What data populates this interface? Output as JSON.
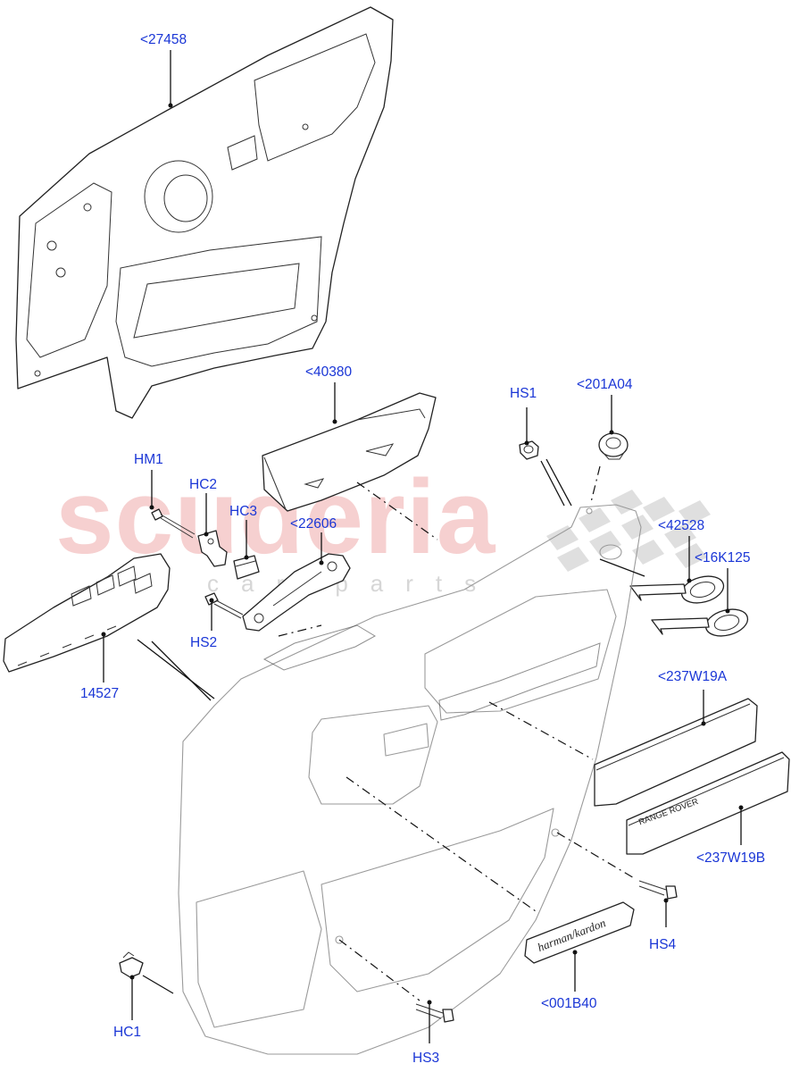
{
  "watermark": {
    "main": "scuderia",
    "sub": "car parts"
  },
  "labels": {
    "l27458": "<27458",
    "l40380": "<40380",
    "hs1": "HS1",
    "l201a04": "<201A04",
    "hm1": "HM1",
    "hc2": "HC2",
    "hc3": "HC3",
    "l22606": "<22606",
    "l42528": "<42528",
    "l16k125": "<16K125",
    "hs2": "HS2",
    "l14527": "14527",
    "l237w19a": "<237W19A",
    "l237w19b": "<237W19B",
    "hs4": "HS4",
    "l001b40": "<001B40",
    "hc1": "HC1",
    "hs3": "HS3"
  },
  "badges": {
    "range_rover": "RANGE ROVER",
    "harman_kardon": "harman/kardon"
  }
}
